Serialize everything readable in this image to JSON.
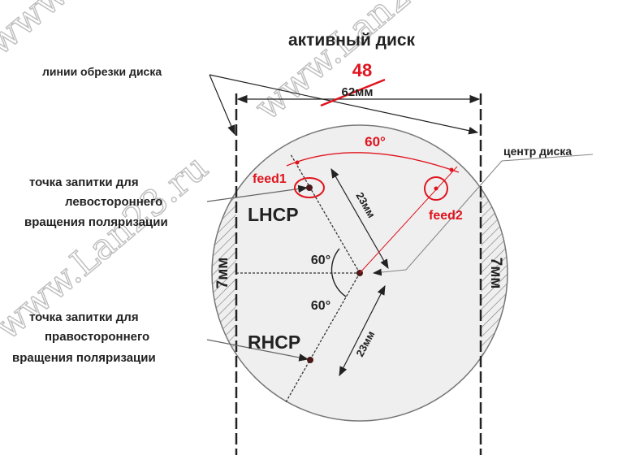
{
  "title": "активный диск",
  "watermark": "www.Lan23.ru",
  "labels": {
    "cut_lines": "линии обрезки диска",
    "disk_center": "центр диска",
    "lhcp_feed_line1": "точка запитки для",
    "lhcp_feed_line2": "левостороннего",
    "lhcp_feed_line3": "вращения поляризации",
    "rhcp_feed_line1": "точка запитки для",
    "rhcp_feed_line2": "правостороннего",
    "rhcp_feed_line3": "вращения поляризации",
    "lhcp": "LHCP",
    "rhcp": "RHCP",
    "width_dim": "62мм",
    "dist_upper": "23мм",
    "dist_lower": "23мм",
    "angle_upper": "60°",
    "angle_lower": "60°",
    "margin_left": "7мм",
    "margin_right": "7мм"
  },
  "annotations": {
    "new_width": "48",
    "angle_feeds": "60°",
    "feed1": "feed1",
    "feed2": "feed2"
  },
  "colors": {
    "annotation": "#e0141e",
    "disk": "#efefef",
    "ink": "#222222"
  }
}
